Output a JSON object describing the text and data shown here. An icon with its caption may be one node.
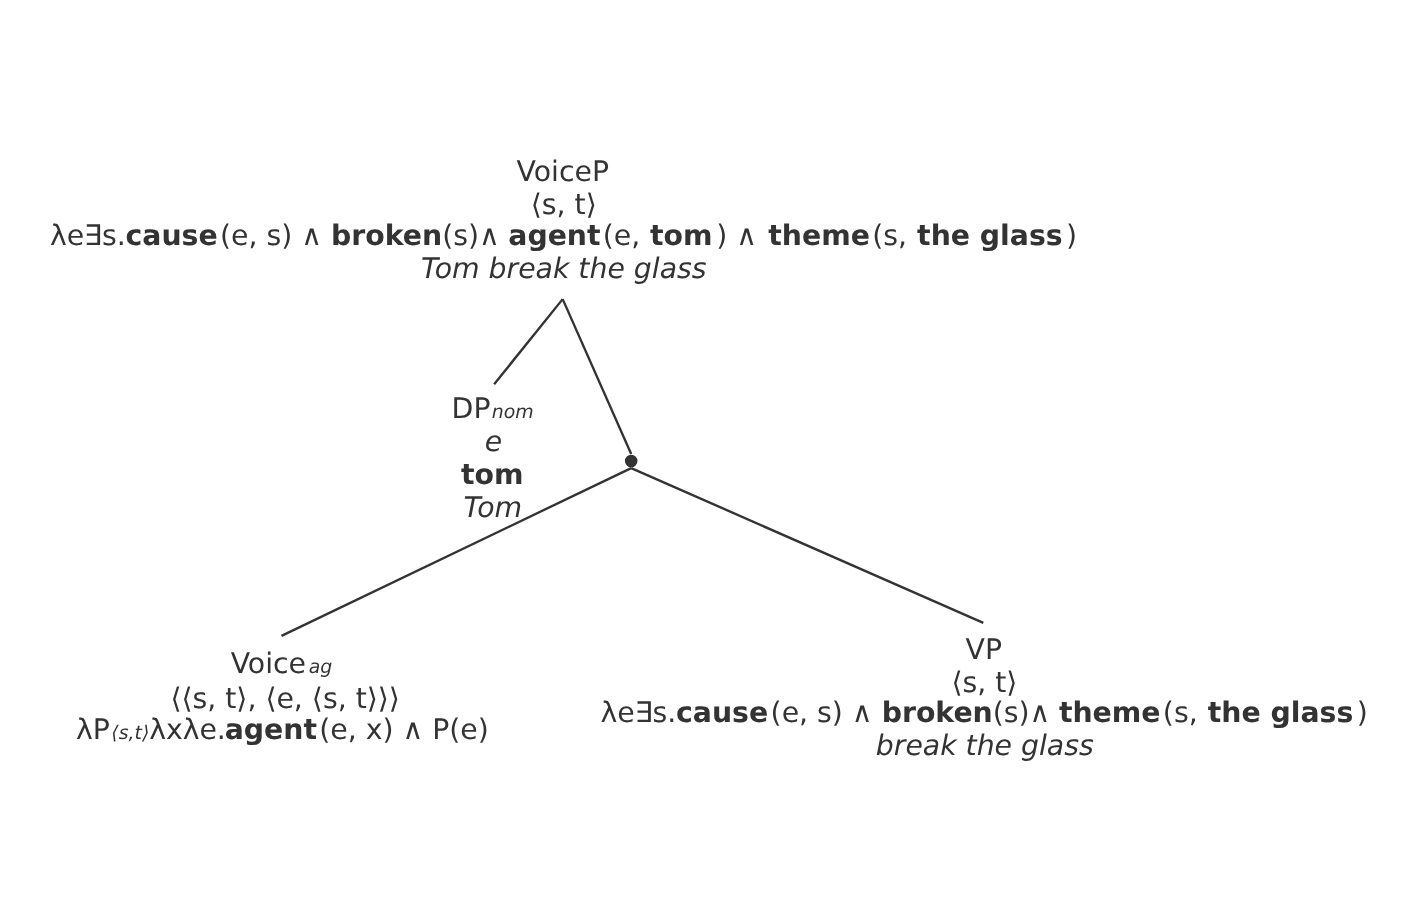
{
  "diagram": {
    "nodes": [
      {
        "text": [
          "VoiceP",
          "⟨s, t⟩",
          "λe∃s.**cause**(e, s) ∧ **broken**(s)∧ **agent**(e, **tom**) ∧ **theme**(s, **the glass**)",
          "Tom break the glass"
        ]
      },
      {
        "text": [
          "DP$_{nom}$",
          "e",
          "**tom**",
          "Tom"
        ]
      },
      {
        "text": [],
        "shape": "point"
      },
      {
        "text": [
          "Voice$_{ag}$",
          "⟨⟨s, t⟩, ⟨e, ⟨s, t⟩⟩⟩",
          "λP$_{⟨s,t⟩}$λxλe.**agent**(e, x) ∧ P(e)"
        ]
      },
      {
        "text": [
          "VP",
          "⟨s, t⟩",
          "λe∃s.**cause**(e, s) ∧ **broken**(s)∧ **theme**(s, **the glass**)",
          "break the glass"
        ]
      }
    ],
    "edges": [
      {
        "from": 0,
        "to": 1,
        "arrow": "none"
      },
      {
        "from": 0,
        "to": 2,
        "arrow": "none"
      },
      {
        "from": 2,
        "to": 3,
        "arrow": "none"
      },
      {
        "from": 2,
        "to": 4,
        "arrow": "none"
      }
    ]
  }
}
